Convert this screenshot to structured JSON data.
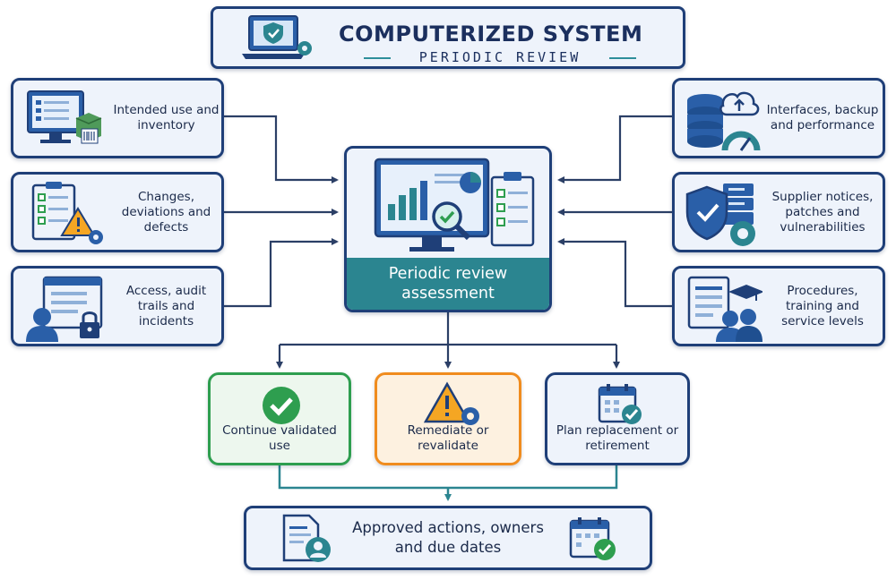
{
  "title": {
    "main": "COMPUTERIZED SYSTEM",
    "sub": "PERIODIC REVIEW"
  },
  "inputs_left": [
    {
      "label": "Intended use and inventory",
      "icon": "monitor-inventory-icon"
    },
    {
      "label": "Changes, deviations and defects",
      "icon": "checklist-warning-icon"
    },
    {
      "label": "Access, audit trails and incidents",
      "icon": "user-lock-icon"
    }
  ],
  "inputs_right": [
    {
      "label": "Interfaces, backup and performance",
      "icon": "database-cloud-icon"
    },
    {
      "label": "Supplier notices, patches and vulnerabilities",
      "icon": "shield-server-icon"
    },
    {
      "label": "Procedures, training and service levels",
      "icon": "document-training-icon"
    }
  ],
  "center": {
    "label": "Periodic review assessment",
    "icon": "dashboard-review-icon"
  },
  "outcomes": [
    {
      "label": "Continue validated use",
      "icon": "check-circle-icon",
      "color": "#2e9e4f",
      "bg": "#edf7ee"
    },
    {
      "label": "Remediate or revalidate",
      "icon": "warning-gear-icon",
      "color": "#f08c1e",
      "bg": "#fdf1e0"
    },
    {
      "label": "Plan replacement or retirement",
      "icon": "calendar-check-icon",
      "color": "#1f3f78",
      "bg": "#eef3fb"
    }
  ],
  "final": {
    "label": "Approved actions, owners and due dates"
  },
  "colors": {
    "navy": "#1f3f78",
    "teal": "#2b8590",
    "green": "#2e9e4f",
    "orange": "#f08c1e"
  }
}
